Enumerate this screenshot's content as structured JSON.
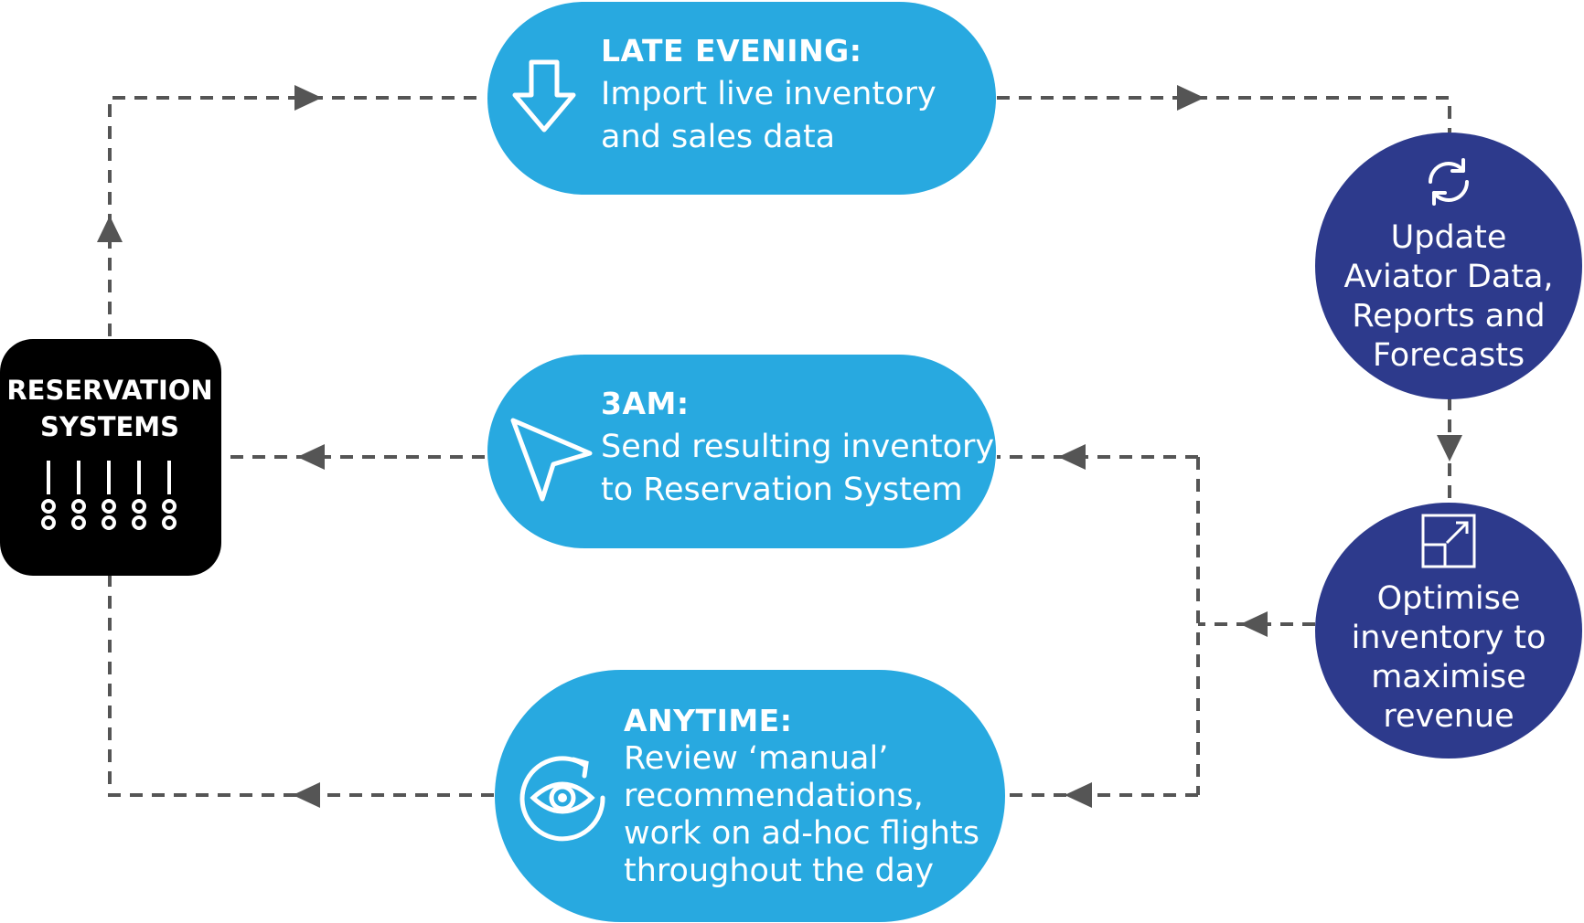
{
  "reservation": {
    "line1": "RESERVATION",
    "line2": "SYSTEMS",
    "icon": "mixer-sliders-icon"
  },
  "late_evening": {
    "heading": "LATE EVENING:",
    "line1": "Import live inventory",
    "line2": "and sales data",
    "icon": "download-arrow-icon"
  },
  "three_am": {
    "heading": "3AM:",
    "line1": "Send resulting inventory",
    "line2": "to Reservation System",
    "icon": "send-cursor-icon"
  },
  "anytime": {
    "heading": "ANYTIME:",
    "line1": "Review ‘manual’",
    "line2": "recommendations,",
    "line3": "work on ad-hoc flights",
    "line4": "throughout the day",
    "icon": "eye-refresh-icon"
  },
  "update": {
    "line1": "Update",
    "line2": "Aviator Data,",
    "line3": "Reports and",
    "line4": "Forecasts",
    "icon": "refresh-icon"
  },
  "optimise": {
    "line1": "Optimise",
    "line2": "inventory to",
    "line3": "maximise",
    "line4": "revenue",
    "icon": "expand-icon"
  },
  "colors": {
    "pill": "#28a9e0",
    "circle": "#2d3a8c",
    "reservation": "#000000",
    "connector": "#555555"
  }
}
